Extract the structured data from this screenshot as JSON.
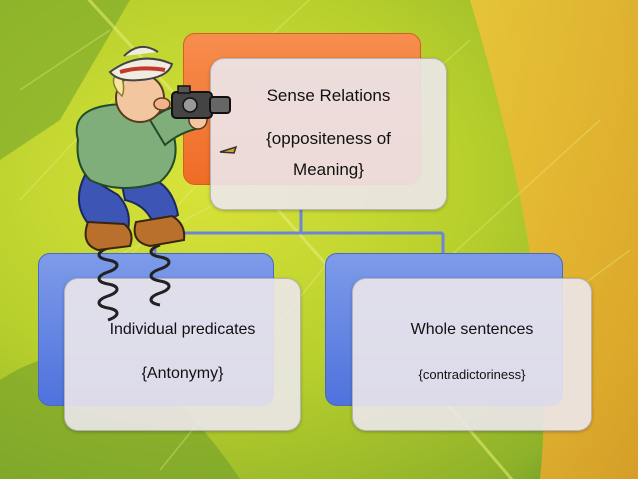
{
  "diagram": {
    "root": {
      "title": "Sense Relations",
      "subtitle_line1": "{oppositeness of",
      "subtitle_line2": "Meaning}"
    },
    "children": [
      {
        "title": "Individual predicates",
        "subtitle": "{Antonymy}"
      },
      {
        "title": "Whole sentences",
        "subtitle": "{contradictoriness}"
      }
    ]
  },
  "colors": {
    "root_back": "#ef6c26",
    "child_back": "#5b7ee0",
    "card_fill": "#ebe7ea",
    "connector": "#5b7ee0"
  }
}
